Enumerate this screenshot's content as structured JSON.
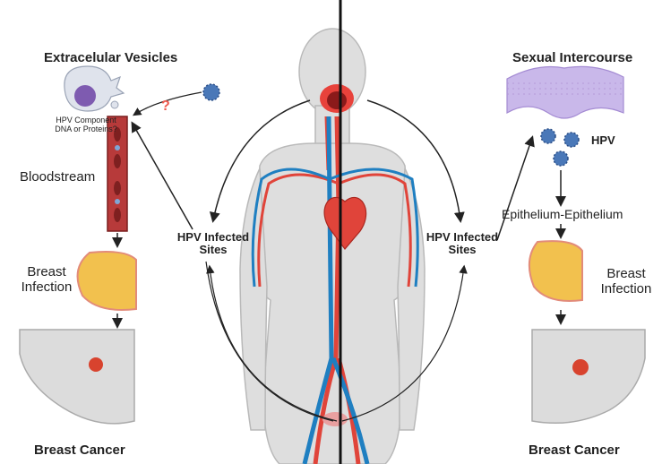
{
  "left_panel": {
    "title": "Extracelular Vesicles",
    "vesicle_caption_line1": "HPV Component",
    "vesicle_caption_line2": "DNA or Proteins?",
    "question_mark": "?",
    "bloodstream_label": "Bloodstream",
    "infection_label_line1": "Breast",
    "infection_label_line2": "Infection",
    "cancer_label": "Breast Cancer"
  },
  "center_panel": {
    "left_sites_line1": "HPV Infected",
    "left_sites_line2": "Sites",
    "right_sites_line1": "HPV Infected",
    "right_sites_line2": "Sites"
  },
  "right_panel": {
    "title": "Sexual Intercourse",
    "hpv_label": "HPV",
    "epithelium_label": "Epithelium-Epithelium",
    "infection_label_line1": "Breast",
    "infection_label_line2": "Infection",
    "cancer_label": "Breast Cancer"
  },
  "colors": {
    "artery": "#e0443a",
    "vein": "#1f7fc1",
    "skin": "#dedede",
    "virus": "#4a78b8",
    "epithelium": "#c9b8ea",
    "breast_tissue": "#f2c14e",
    "tumor": "#d8432e",
    "question": "#f05a4f"
  },
  "icons": [
    "virus-icon",
    "vesicle-icon",
    "blood-vessel-icon",
    "heart-icon",
    "breast-icon",
    "tumor-icon",
    "epithelium-icon"
  ]
}
